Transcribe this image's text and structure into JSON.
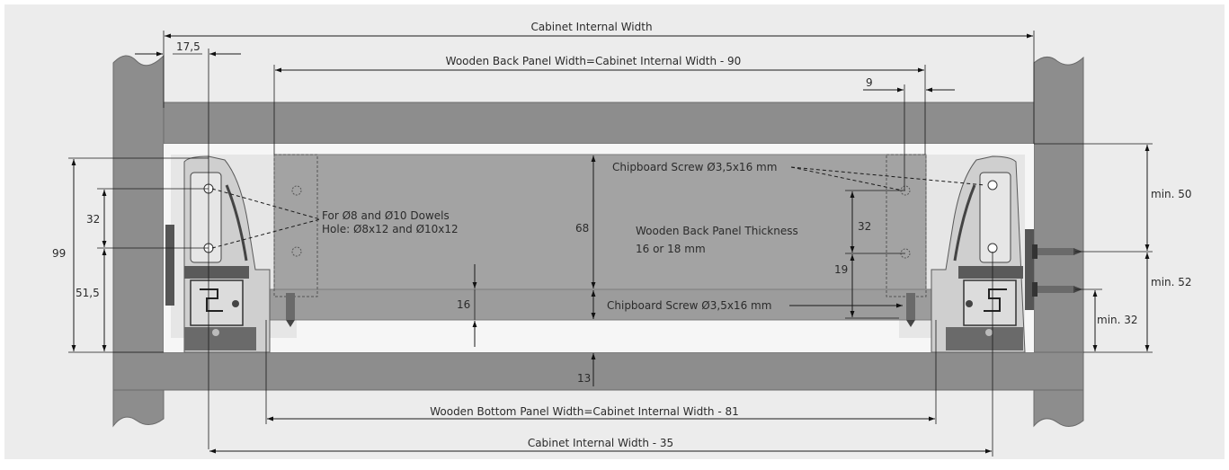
{
  "labels": {
    "cabinet_internal_width": "Cabinet Internal Width",
    "back_panel_width": "Wooden Back Panel Width=Cabinet Internal Width - 90",
    "bottom_panel_width": "Wooden Bottom Panel Width=Cabinet Internal Width - 81",
    "cabinet_internal_width_minus_35": "Cabinet Internal Width - 35",
    "dim_17_5": "17,5",
    "dim_9": "9",
    "dim_99": "99",
    "dim_32_left": "32",
    "dim_51_5": "51,5",
    "dim_68": "68",
    "dim_16": "16",
    "dim_13": "13",
    "dim_32_right": "32",
    "dim_19": "19",
    "min_50": "min. 50",
    "min_52": "min. 52",
    "min_32": "min. 32",
    "dowels_line1": "For Ø8 and Ø10 Dowels",
    "dowels_line2": "Hole: Ø8x12 and Ø10x12",
    "screw_top": "Chipboard Screw Ø3,5x16 mm",
    "screw_bottom": "Chipboard Screw Ø3,5x16 mm",
    "panel_thickness_line1": "Wooden Back Panel Thickness",
    "panel_thickness_line2": "16 or 18 mm"
  },
  "colors": {
    "frame_bg": "#ececec",
    "cabinet_gray": "#8d8d8d",
    "cabinet_edge": "#6a6a6a",
    "back_panel": "#a3a3a3",
    "inner_light": "#f6f6f6",
    "runner_light": "#d3d3d3",
    "runner_dark": "#4a4a4a"
  }
}
